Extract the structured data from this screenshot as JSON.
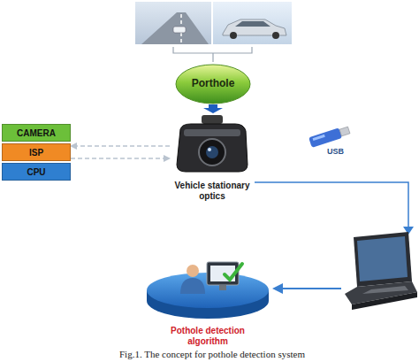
{
  "diagram": {
    "caption": "Fig.1. The concept for pothole detection system",
    "nodes": [
      {
        "text": [
          "Porthole"
        ]
      },
      {
        "text": [
          "Vehicle stationary optics"
        ]
      },
      {
        "text": [
          "CAMERA"
        ]
      },
      {
        "text": [
          "ISP"
        ]
      },
      {
        "text": [
          "CPU"
        ]
      },
      {
        "text": [
          "Pothole detection algorithm"
        ]
      }
    ],
    "edges": [
      {
        "from": 0,
        "to": 1,
        "arrow": "to"
      },
      {
        "from": 1,
        "to": 3,
        "arrow": "to"
      },
      {
        "from": 3,
        "to": 1,
        "arrow": "to"
      }
    ],
    "labels": [
      "USB"
    ]
  }
}
